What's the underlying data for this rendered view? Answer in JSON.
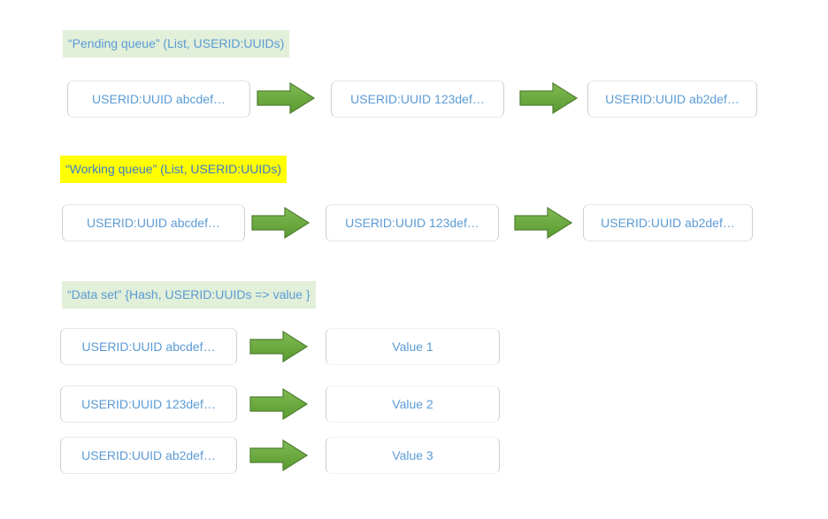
{
  "pending": {
    "label": "“Pending queue” (List, USERID:UUIDs)",
    "items": [
      "USERID:UUID abcdef…",
      "USERID:UUID 123def…",
      "USERID:UUID ab2def…"
    ]
  },
  "working": {
    "label": "“Working queue” (List, USERID:UUIDs)",
    "items": [
      "USERID:UUID abcdef…",
      "USERID:UUID 123def…",
      "USERID:UUID ab2def…"
    ]
  },
  "dataset": {
    "label": "“Data set” {Hash, USERID:UUIDs => value }",
    "keys": [
      "USERID:UUID abcdef…",
      "USERID:UUID 123def…",
      "USERID:UUID ab2def…"
    ],
    "values": [
      "Value 1",
      "Value 2",
      "Value 3"
    ]
  },
  "colors": {
    "arrow_fill": "#70ad47",
    "arrow_stroke": "#507e32",
    "text": "#5b9bd5",
    "label_green": "#e2efd9",
    "label_yellow": "#ffff00"
  },
  "icons": {
    "arrow": "right-arrow-icon"
  }
}
